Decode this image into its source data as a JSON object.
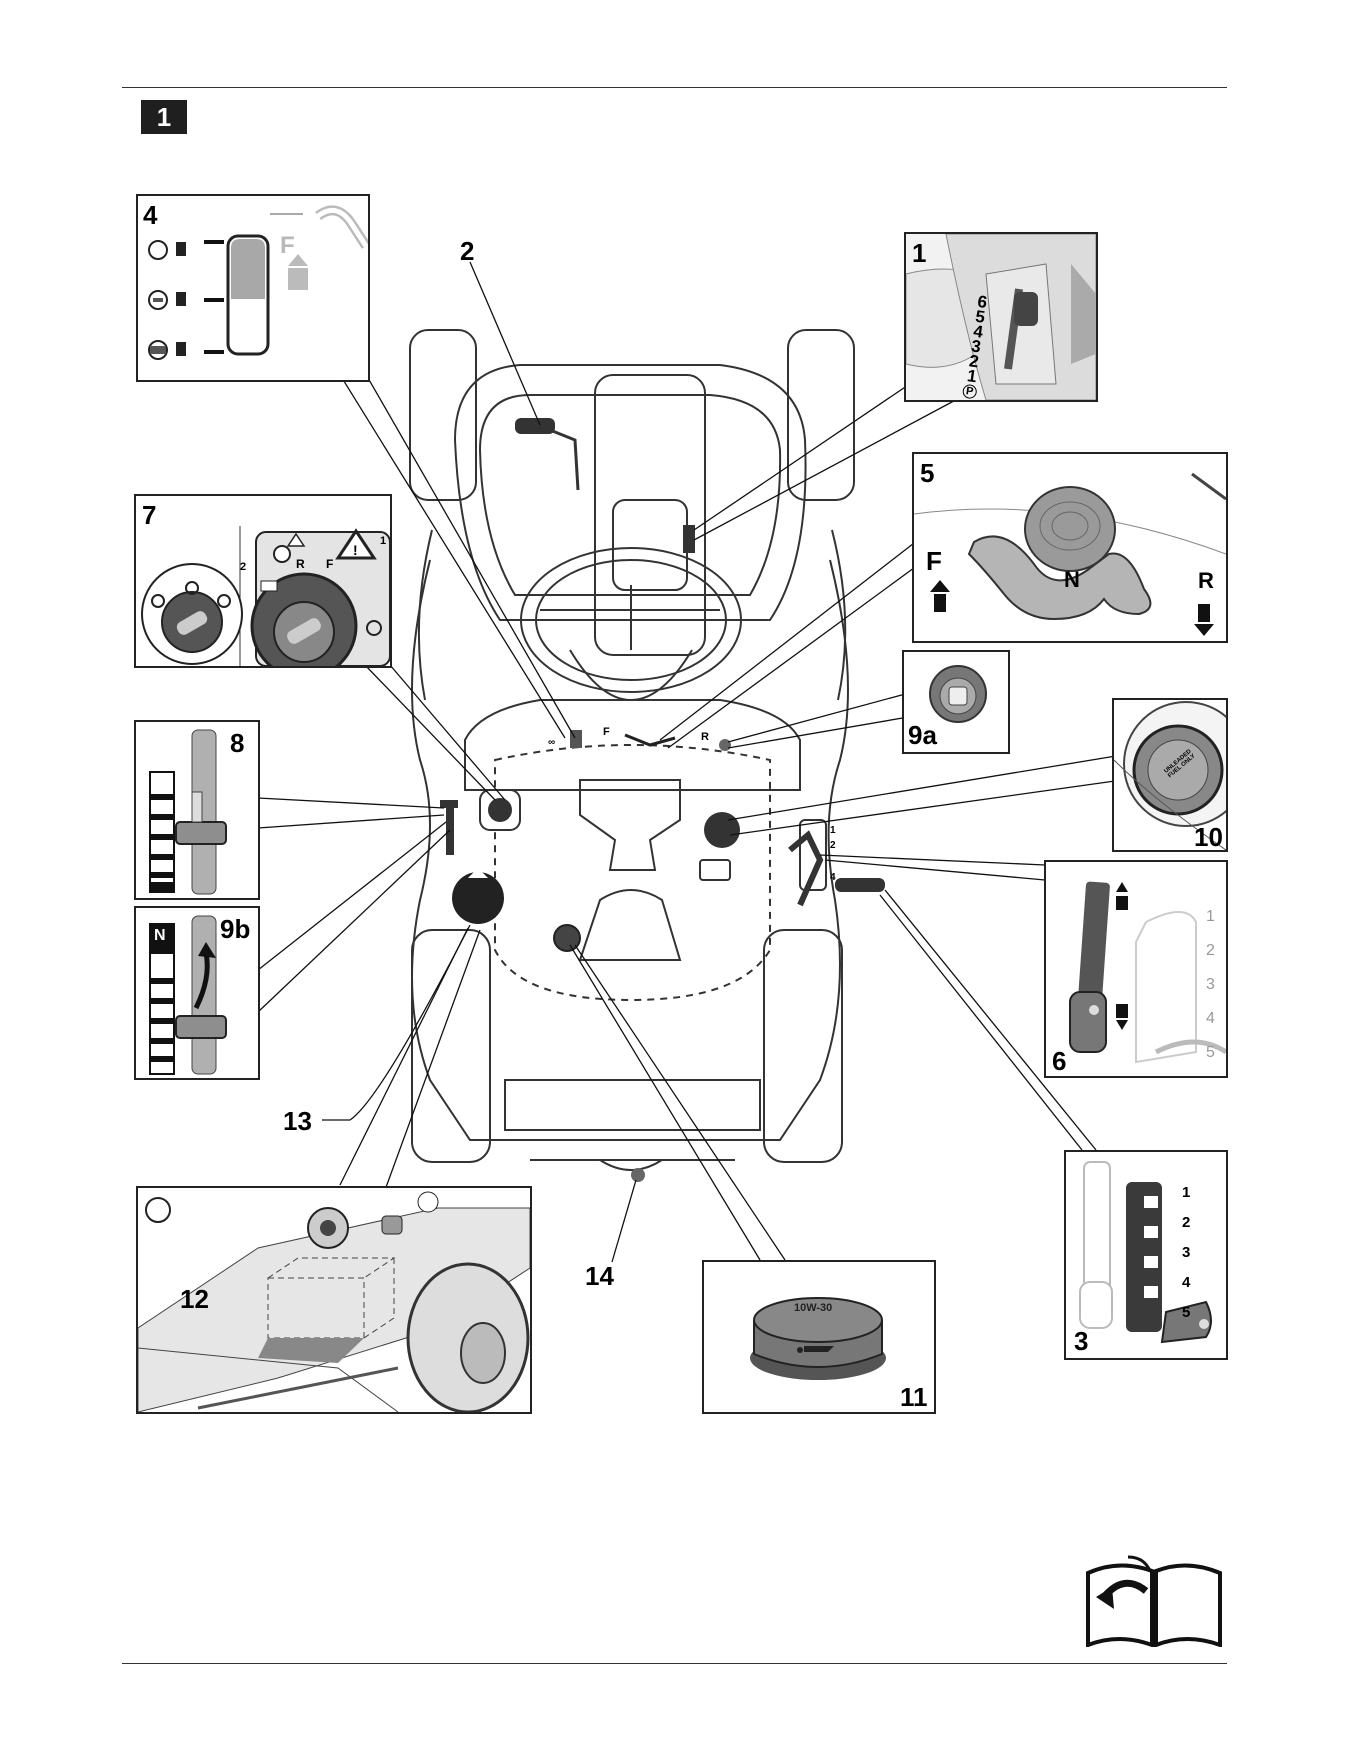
{
  "figure_number": "1",
  "callouts": [
    "1",
    "2",
    "3",
    "4",
    "5",
    "6",
    "7",
    "8",
    "9a",
    "9b",
    "10",
    "11",
    "12",
    "13",
    "14"
  ],
  "inset_1": {
    "gear_marks": [
      "6",
      "5",
      "4",
      "3",
      "2",
      "1",
      "P"
    ]
  },
  "inset_4": {
    "letter": "F"
  },
  "inset_5": {
    "left_letter": "F",
    "neutral_letter": "N",
    "right_letter": "R"
  },
  "inset_6": {
    "positions": [
      "1",
      "2",
      "3",
      "4",
      "5"
    ]
  },
  "inset_3": {
    "positions": [
      "1",
      "2",
      "3",
      "4",
      "5"
    ]
  },
  "inset_7": {
    "labels": [
      "2",
      "1"
    ],
    "badge_letters": "R",
    "badge_letters_2": "F"
  },
  "inset_9b": {
    "top_mark": "N"
  },
  "inset_10": {
    "cap_text": "UNLEADED FUEL ONLY"
  },
  "inset_11": {
    "cap_text": "10W-30"
  },
  "dash": {
    "left_mark": "F",
    "right_mark": "R",
    "lever_ticks": [
      "1",
      "2",
      "4"
    ]
  },
  "icons": [
    "manual-book-icon",
    "oil-can-icon",
    "tractor-icon",
    "fuel-pump-icon",
    "warning-triangle-icon",
    "rabbit-icon",
    "turtle-icon"
  ]
}
